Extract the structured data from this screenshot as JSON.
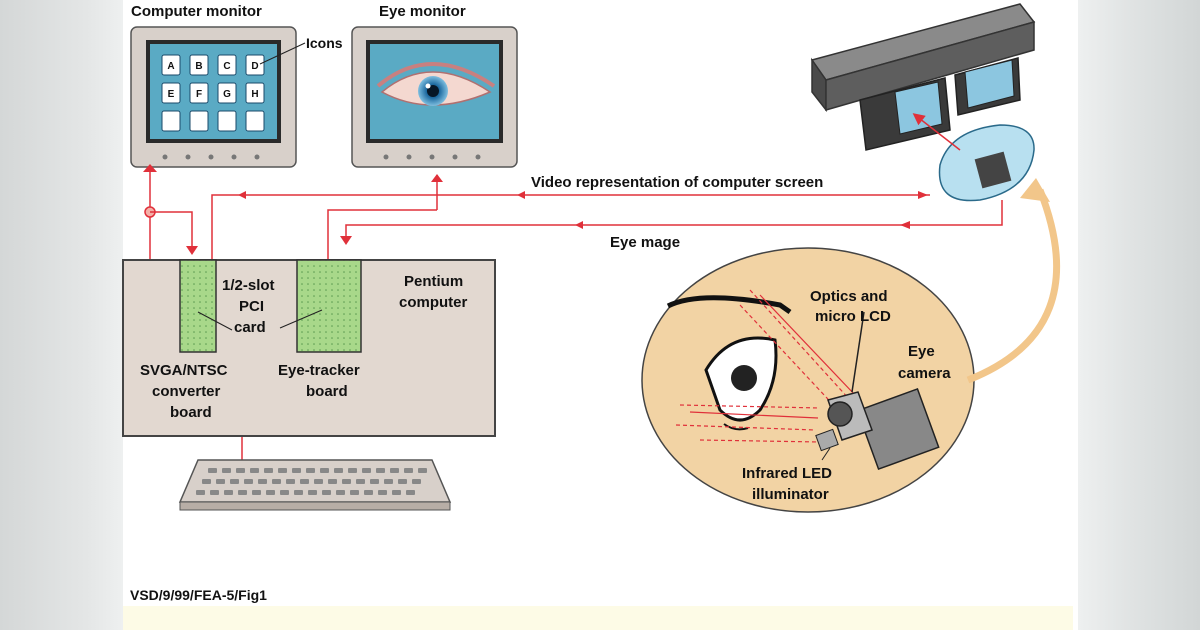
{
  "labels": {
    "computer_monitor": "Computer monitor",
    "eye_monitor": "Eye monitor",
    "icons": "Icons",
    "video_representation": "Video representation of computer screen",
    "eye_image": "Eye mage",
    "half_slot_pci_line1": "1/2-slot",
    "half_slot_pci_line2": "PCI",
    "half_slot_pci_line3": "card",
    "pentium_line1": "Pentium",
    "pentium_line2": "computer",
    "svga_line1": "SVGA/NTSC",
    "svga_line2": "converter",
    "svga_line3": "board",
    "eyetracker_line1": "Eye-tracker",
    "eyetracker_line2": "board",
    "optics_line1": "Optics and",
    "optics_line2": "micro LCD",
    "eye_camera_line1": "Eye",
    "eye_camera_line2": "camera",
    "infrared_line1": "Infrared LED",
    "infrared_line2": "illuminator",
    "figure_id": "VSD/9/99/FEA-5/Fig1"
  },
  "screen_keys": [
    "A",
    "B",
    "C",
    "D",
    "E",
    "F",
    "G",
    "H"
  ],
  "colors": {
    "signal_line": "#e0303a",
    "monitor_bezel": "#d8d0ca",
    "monitor_screen": "#5aaac4",
    "computer_case": "#e2d8d0",
    "pci_board": "#a8d88a",
    "inset_circle": "#f2d3a4",
    "camera_blue": "#8cc6e0",
    "headset_gray": "#6a6a6a"
  }
}
